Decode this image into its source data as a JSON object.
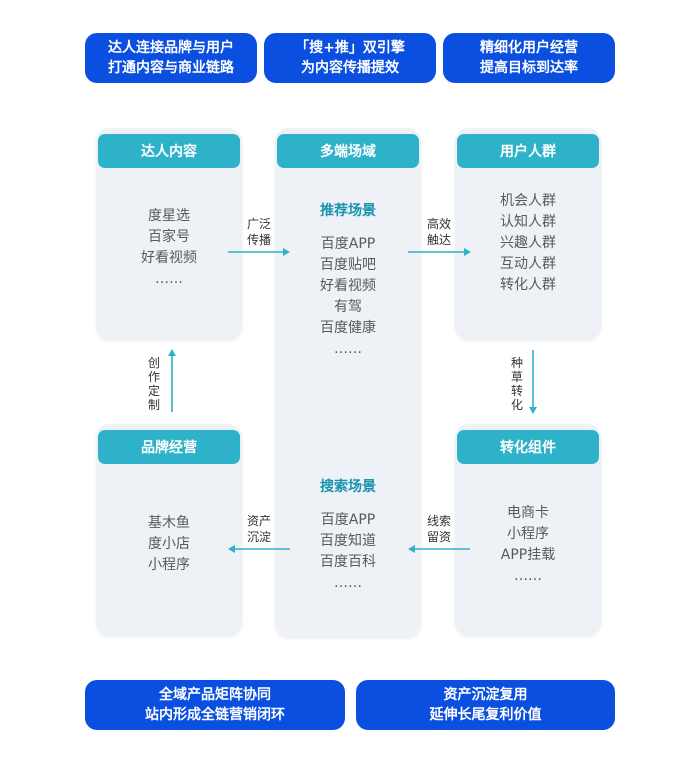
{
  "top_banners": [
    {
      "line1": "达人连接品牌与用户",
      "line2": "打通内容与商业链路"
    },
    {
      "line1": "「搜+推」双引擎",
      "line2": "为内容传播提效"
    },
    {
      "line1": "精细化用户经营",
      "line2": "提高目标到达率"
    }
  ],
  "bottom_banners": [
    {
      "line1": "全域产品矩阵协同",
      "line2": "站内形成全链营销闭环"
    },
    {
      "line1": "资产沉淀复用",
      "line2": "延伸长尾复利价值"
    }
  ],
  "cards": {
    "creator_content": {
      "title": "达人内容",
      "items": [
        "度星选",
        "百家号",
        "好看视频",
        "……"
      ]
    },
    "multi_scene": {
      "title": "多端场域",
      "recommend": {
        "title": "推荐场景",
        "items": [
          "百度APP",
          "百度贴吧",
          "好看视频",
          "有驾",
          "百度健康",
          "……"
        ]
      },
      "search": {
        "title": "搜索场景",
        "items": [
          "百度APP",
          "百度知道",
          "百度百科",
          "……"
        ]
      }
    },
    "user_groups": {
      "title": "用户人群",
      "items": [
        "机会人群",
        "认知人群",
        "兴趣人群",
        "互动人群",
        "转化人群"
      ]
    },
    "conversion": {
      "title": "转化组件",
      "items": [
        "电商卡",
        "小程序",
        "APP挂载",
        "……"
      ]
    },
    "brand_ops": {
      "title": "品牌经营",
      "items": [
        "基木鱼",
        "度小店",
        "小程序"
      ]
    }
  },
  "arrows": {
    "spread": "广泛传播",
    "reach": "高效触达",
    "seed": "种草转化",
    "leads": "线索留资",
    "deposit": "资产沉淀",
    "create": "创作定制"
  },
  "colors": {
    "banner": "#0a4fe0",
    "header": "#2eb2c9",
    "subtitle": "#1a93b0",
    "arrow": "#2eb2c9",
    "card": "#eef2f6"
  }
}
